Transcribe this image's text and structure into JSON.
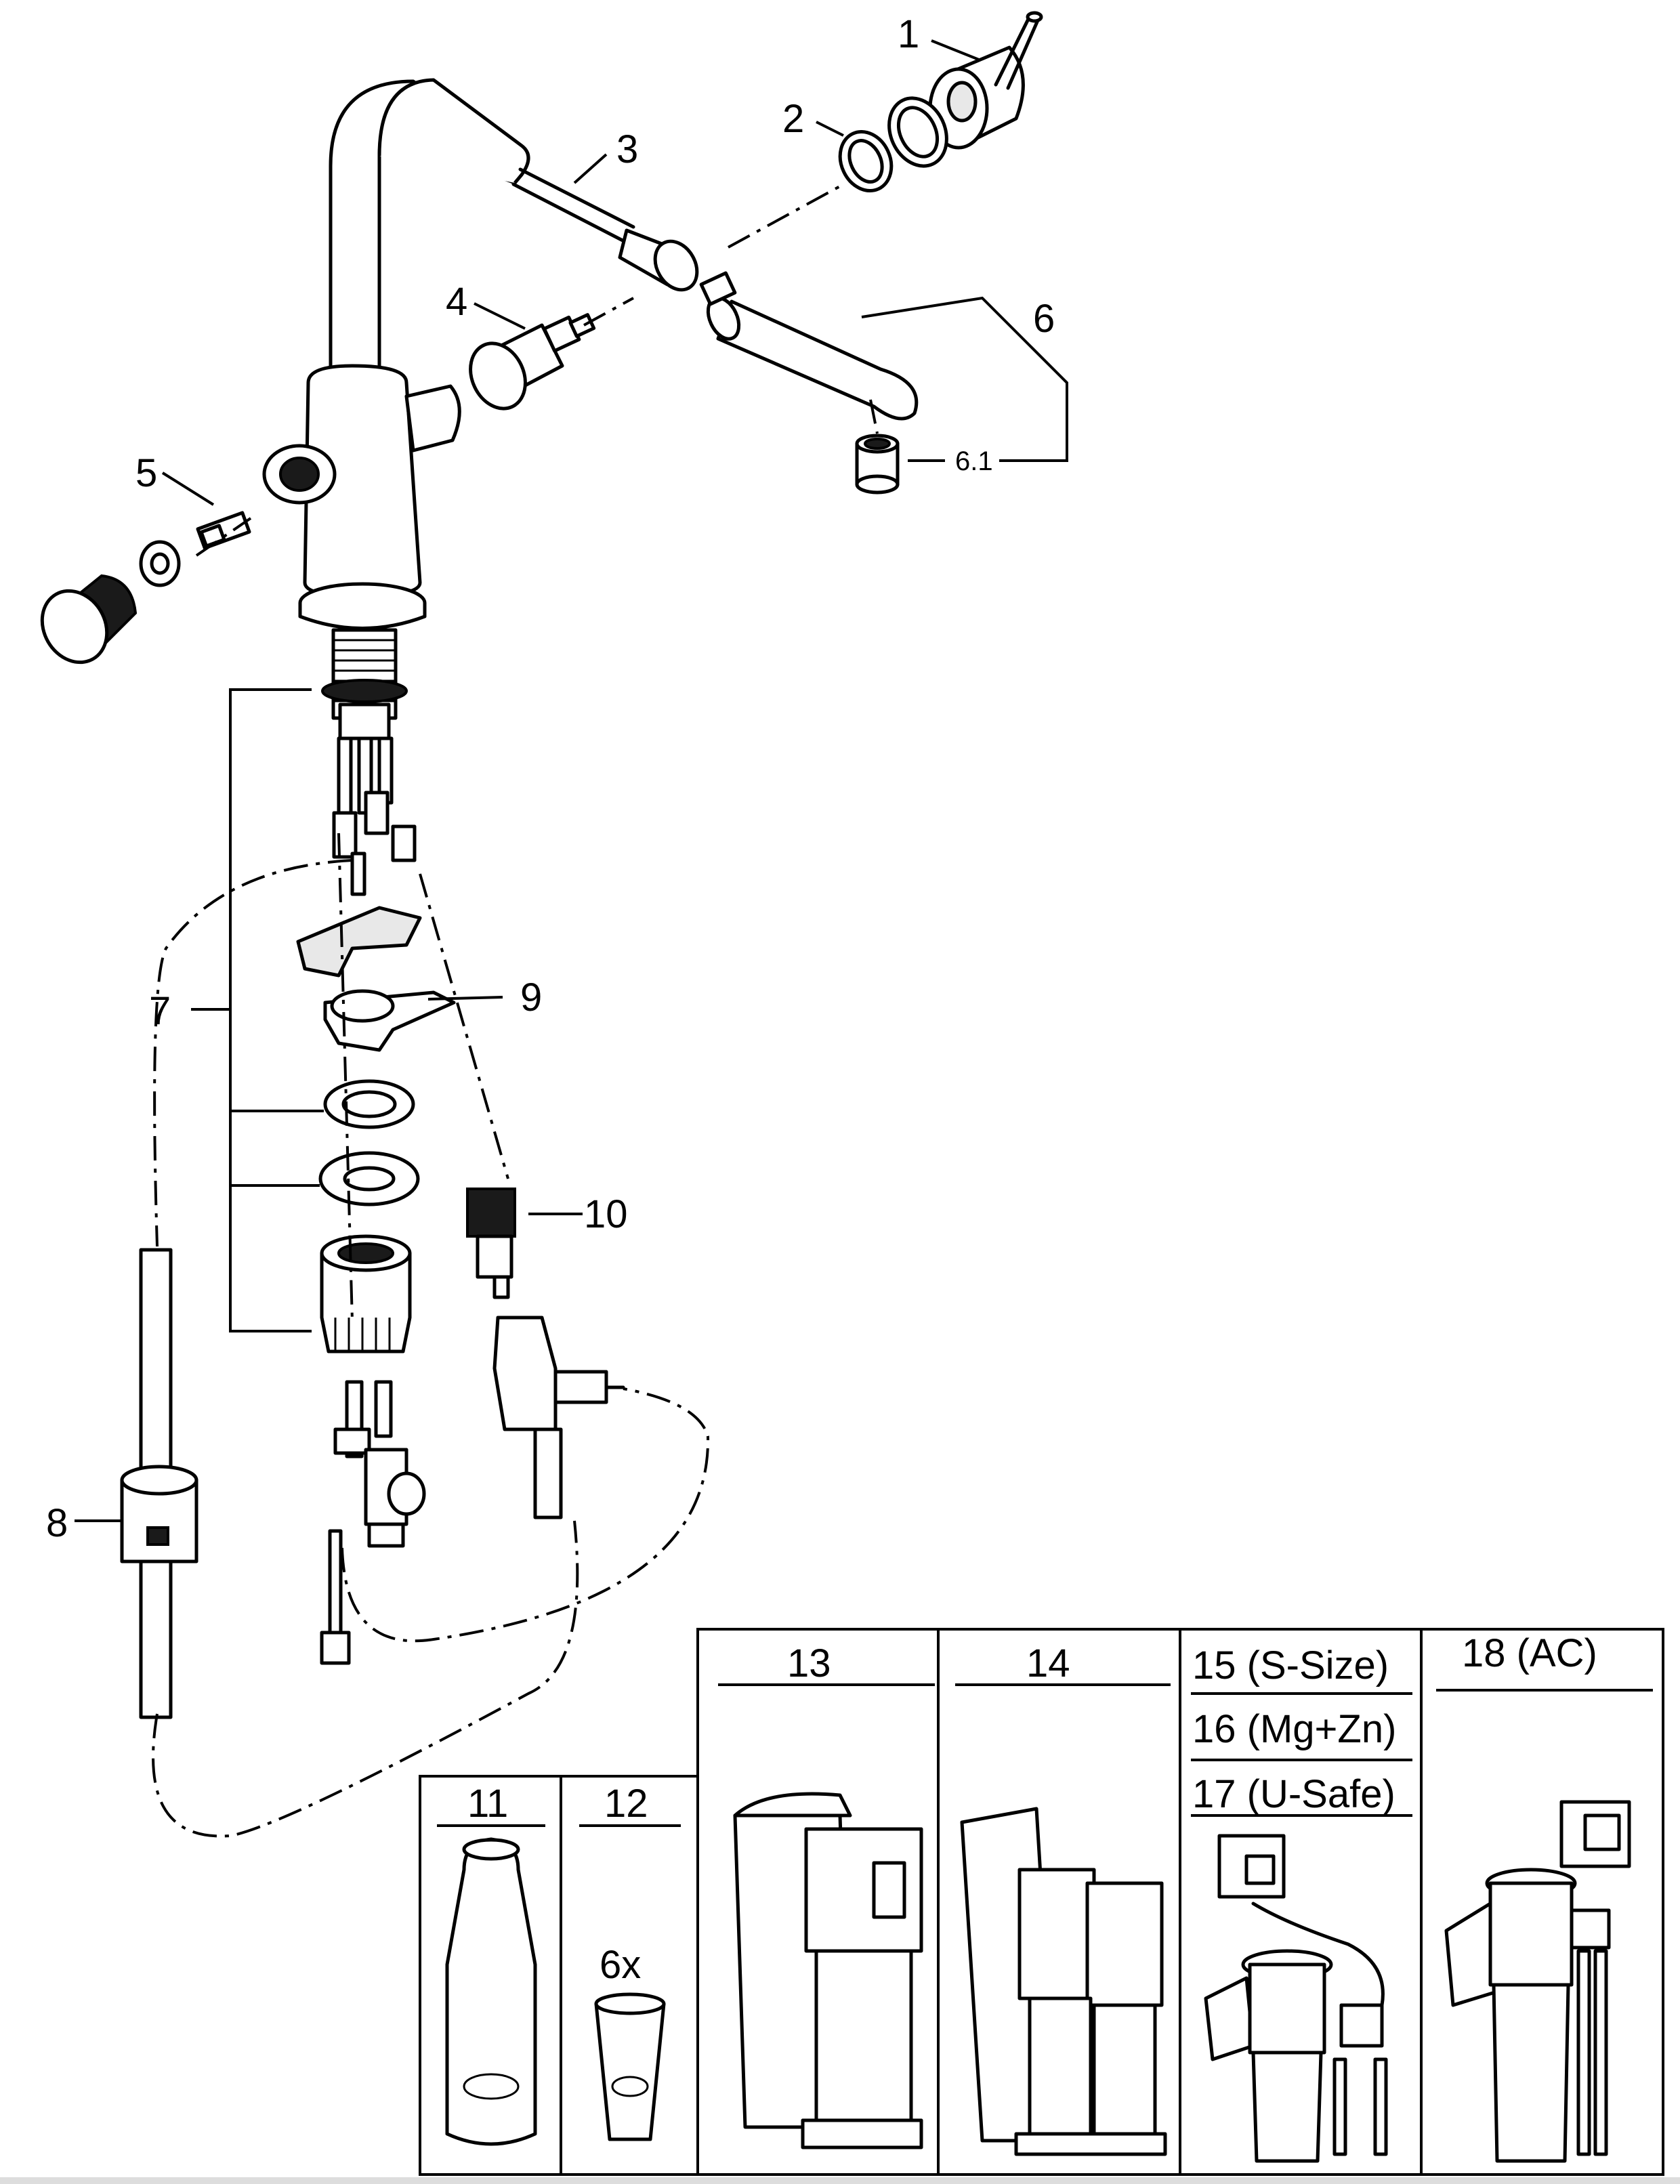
{
  "callouts": {
    "c1": "1",
    "c2": "2",
    "c3": "3",
    "c4": "4",
    "c5": "5",
    "c6": "6",
    "c6_1": "6.1",
    "c7": "7",
    "c8": "8",
    "c9": "9",
    "c10": "10"
  },
  "boxes": {
    "b11": "11",
    "b12": "12",
    "b12_qty": "6x",
    "b13": "13",
    "b14": "14",
    "b15": "15 (S-Size)",
    "b16": "16 (Mg+Zn)",
    "b17": "17 (U-Safe)",
    "b18": "18 (AC)"
  }
}
